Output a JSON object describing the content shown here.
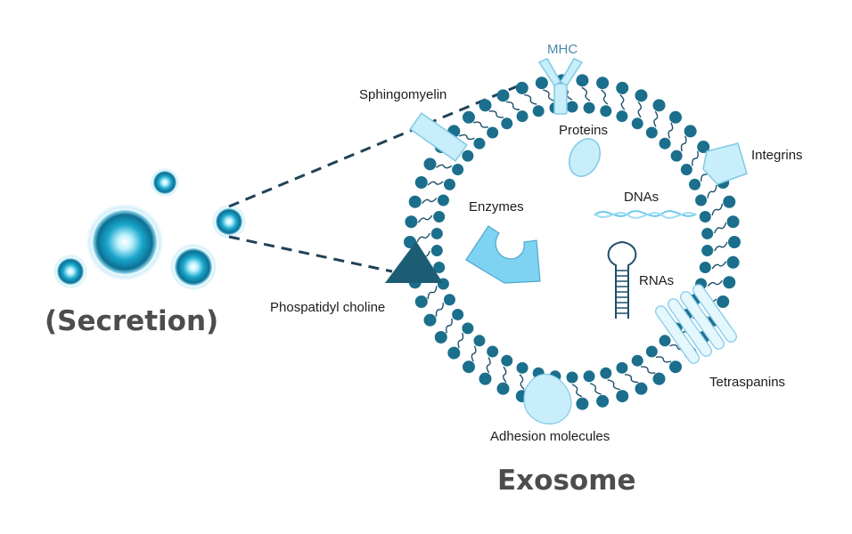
{
  "labels": {
    "mhc": "MHC",
    "sphingomyelin": "Sphingomyelin",
    "proteins": "Proteins",
    "integrins": "Integrins",
    "enzymes": "Enzymes",
    "dnas": "DNAs",
    "rnas": "RNAs",
    "phosphatidyl": "Phospatidyl choline",
    "tetraspanins": "Tetraspanins",
    "adhesion": "Adhesion molecules"
  },
  "titles": {
    "secretion": "(Secretion)",
    "exosome": "Exosome"
  },
  "colors": {
    "lipid_head": "#1b6f8c",
    "tail": "#1f4f6b",
    "light_protein": "#c8eefb",
    "light_stroke": "#7fc9e6",
    "enzyme": "#7fd3f2",
    "dark_triangle": "#1d5d73",
    "dna": "#6cc8ec",
    "text_title": "#4d4d4d"
  },
  "icons": {
    "mhc": "y-receptor-icon",
    "sphingomyelin": "rectangle-protein-icon",
    "integrins": "pentagon-protein-icon",
    "proteins": "oval-protein-icon",
    "enzymes": "enzyme-icon",
    "dnas": "dna-helix-icon",
    "rnas": "rna-hairpin-icon",
    "phosphatidyl": "triangle-icon",
    "tetraspanins": "tetraspanin-icon",
    "adhesion": "blob-icon"
  }
}
